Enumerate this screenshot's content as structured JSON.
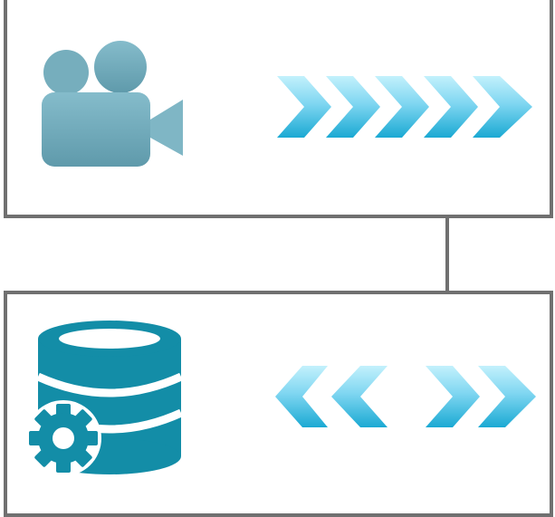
{
  "diagram": {
    "nodes": [
      {
        "id": "video-source",
        "icon": "video-camera-icon",
        "flow": "outgoing"
      },
      {
        "id": "database-settings",
        "icon": "database-gear-icon",
        "flow": "bidirectional"
      }
    ],
    "edges": [
      {
        "from": "video-source",
        "to": "database-settings"
      }
    ]
  },
  "colors": {
    "panel_border": "#707070",
    "camera": "#76aebd",
    "database": "#138da7",
    "arrow_light": "#a6e6f6",
    "arrow_dark": "#1aa9d3"
  }
}
